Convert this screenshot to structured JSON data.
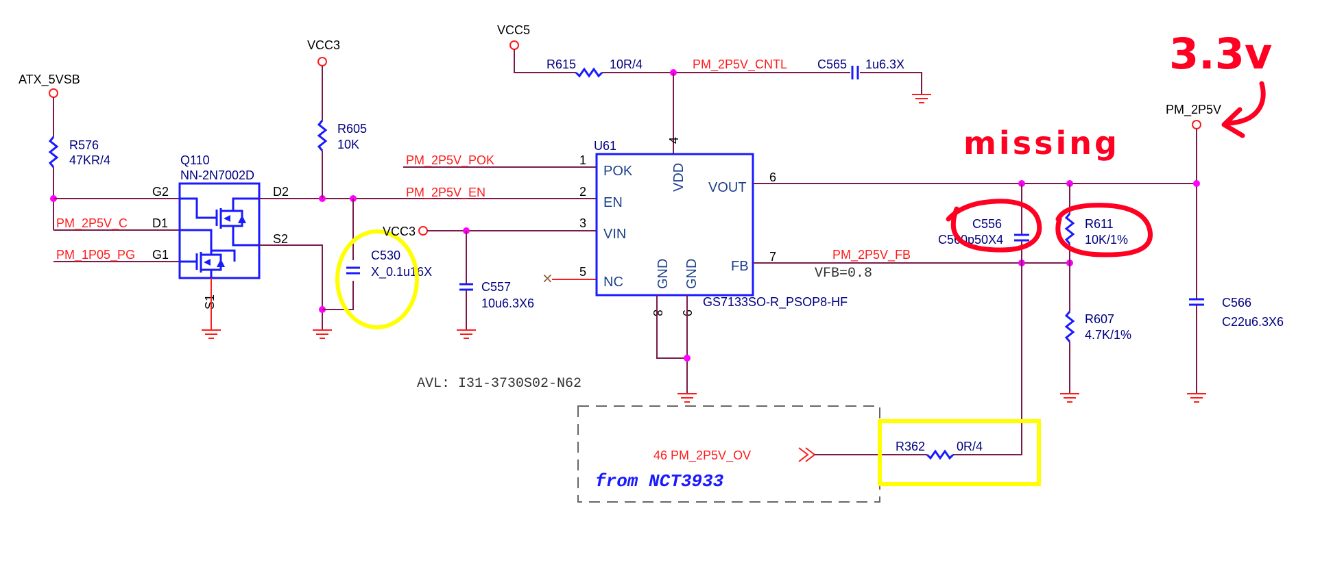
{
  "power_ports": {
    "atx_5vsb": "ATX_5VSB",
    "vcc3_top": "VCC3",
    "vcc5": "VCC5",
    "vcc3_vin": "VCC3",
    "pm_2p5v": "PM_2P5V"
  },
  "components": {
    "r576": {
      "ref": "R576",
      "value": "47KR/4"
    },
    "r605": {
      "ref": "R605",
      "value": "10K"
    },
    "q110": {
      "ref": "Q110",
      "value": "NN-2N7002D",
      "pins": {
        "g2": "G2",
        "d1": "D1",
        "g1": "G1",
        "d2": "D2",
        "s2": "S2",
        "s1": "S1"
      }
    },
    "c530": {
      "ref": "C530",
      "value": "X_0.1u16X"
    },
    "c557": {
      "ref": "C557",
      "value": "10u6.3X6"
    },
    "r615": {
      "ref": "R615",
      "value": "10R/4"
    },
    "c565": {
      "ref": "C565",
      "value": "1u6.3X"
    },
    "u61": {
      "ref": "U61",
      "value": "GS7133SO-R_PSOP8-HF",
      "pin_names": {
        "pok": "POK",
        "en": "EN",
        "vin": "VIN",
        "nc": "NC",
        "vdd": "VDD",
        "vout": "VOUT",
        "fb": "FB",
        "gnd1": "GND",
        "gnd2": "GND"
      },
      "pin_numbers": {
        "pok": "1",
        "en": "2",
        "vin": "3",
        "vdd": "4",
        "nc": "5",
        "vout": "6",
        "fb": "7",
        "gnd1": "8",
        "gnd2": "9"
      }
    },
    "c556": {
      "ref": "C556",
      "value": "C560p50X4"
    },
    "r611": {
      "ref": "R611",
      "value": "10K/1%"
    },
    "r607": {
      "ref": "R607",
      "value": "4.7K/1%"
    },
    "c566": {
      "ref": "C566",
      "value": "C22u6.3X6"
    },
    "r362": {
      "ref": "R362",
      "value": "0R/4"
    }
  },
  "nets": {
    "pm_2p5v_c": "PM_2P5V_C",
    "pm_1p05_pg": "PM_1P05_PG",
    "pm_2p5v_pok": "PM_2P5V_POK",
    "pm_2p5v_en": "PM_2P5V_EN",
    "pm_2p5v_cntl": "PM_2P5V_CNTL",
    "pm_2p5v_fb": "PM_2P5V_FB",
    "pm_2p5v_ov": "46  PM_2P5V_OV"
  },
  "notes": {
    "avl": "AVL: I31-3730S02-N62",
    "vfb": "VFB=0.8",
    "from_nct": "from NCT3933"
  },
  "annotations": {
    "missing": "missing",
    "voltage": "3.3v"
  },
  "colors": {
    "wire": "#7a1a4a",
    "pin": "#ff1a1a",
    "component": "#1a1aff",
    "junction": "#ff00ff",
    "highlight_yellow": "#ffff00",
    "highlight_red": "#ff0022"
  }
}
